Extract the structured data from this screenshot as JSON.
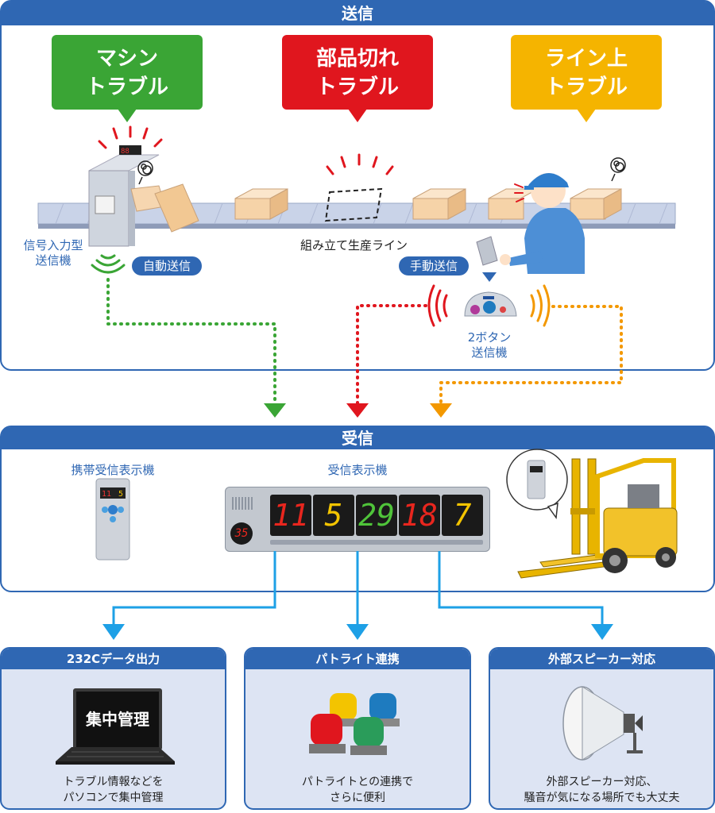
{
  "send": {
    "header": "送信",
    "bubbles": [
      {
        "line1": "マシン",
        "line2": "トラブル",
        "color": "#3aa535"
      },
      {
        "line1": "部品切れ",
        "line2": "トラブル",
        "color": "#e0161e"
      },
      {
        "line1": "ライン上",
        "line2": "トラブル",
        "color": "#f5b400"
      }
    ],
    "signal_transmitter": {
      "line1": "信号入力型",
      "line2": "送信機"
    },
    "auto_send": "自動送信",
    "line_label": "組み立て生産ライン",
    "manual_send": "手動送信",
    "two_button": {
      "line1": "2ボタン",
      "line2": "送信機"
    }
  },
  "receive": {
    "header": "受信",
    "portable_label": "携帯受信表示機",
    "display_label": "受信表示機",
    "display_values": [
      {
        "value": "11",
        "color": "#e8261e"
      },
      {
        "value": "5",
        "color": "#f3c400"
      },
      {
        "value": "29",
        "color": "#4fc43a"
      },
      {
        "value": "18",
        "color": "#e8261e"
      },
      {
        "value": "7",
        "color": "#f3c400"
      }
    ],
    "round_display": "35"
  },
  "outputs": [
    {
      "title": "232Cデータ出力",
      "screen_text": "集中管理",
      "caption1": "トラブル情報などを",
      "caption2": "パソコンで集中管理"
    },
    {
      "title": "パトライト連携",
      "caption1": "パトライトとの連携で",
      "caption2": "さらに便利"
    },
    {
      "title": "外部スピーカー対応",
      "caption1": "外部スピーカー対応、",
      "caption2": "騒音が気になる場所でも大丈夫"
    }
  ],
  "colors": {
    "primary": "#2f67b3",
    "green": "#3aa535",
    "red": "#e0161e",
    "yellow": "#f5b400",
    "orange": "#f39800",
    "cyan": "#1ea0e6"
  }
}
